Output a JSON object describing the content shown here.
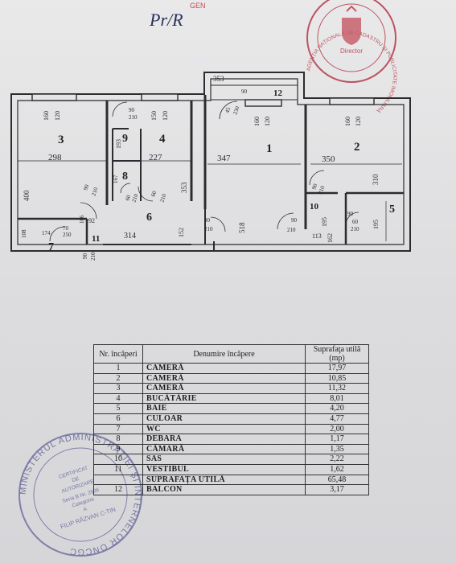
{
  "header": {
    "signature": "Pr/R",
    "red_fragment": "GEN"
  },
  "stamp_top": {
    "ring_text": "AGENȚIA NAȚIONALĂ DE CADASTRU ȘI PUBLICITATE IMOBILIARĂ",
    "title": "Director"
  },
  "floor_plan": {
    "rooms": [
      {
        "id": "1",
        "label": "1"
      },
      {
        "id": "2",
        "label": "2"
      },
      {
        "id": "3",
        "label": "3"
      },
      {
        "id": "4",
        "label": "4"
      },
      {
        "id": "5",
        "label": "5"
      },
      {
        "id": "6",
        "label": "6"
      },
      {
        "id": "7",
        "label": "7"
      },
      {
        "id": "8",
        "label": "8"
      },
      {
        "id": "9",
        "label": "9"
      },
      {
        "id": "10",
        "label": "10"
      },
      {
        "id": "11",
        "label": "11"
      },
      {
        "id": "12",
        "label": "12"
      }
    ],
    "dimensions": {
      "d353": "353",
      "d90a": "90",
      "d160a": "160",
      "d120a": "120",
      "d90b": "90",
      "d210a": "210",
      "d150": "150",
      "d120b": "120",
      "d90c": "90",
      "d210b": "210",
      "d45": "45",
      "d230": "230",
      "d160b": "160",
      "d120c": "120",
      "d160c": "160",
      "d120d": "120",
      "d193": "193",
      "d298": "298",
      "d227": "227",
      "d347": "347",
      "d350": "350",
      "d400": "400",
      "d167": "167",
      "d353b": "353",
      "d310": "310",
      "d90d": "90",
      "d210c": "210",
      "d60a": "60",
      "d210d": "210",
      "d60b": "60",
      "d210e": "210",
      "d90e": "90",
      "d210f": "210",
      "d90f": "90",
      "d195a": "195",
      "d195b": "195",
      "d106": "106",
      "d92": "92",
      "d108": "108",
      "d174": "174",
      "d70": "70",
      "d250": "250",
      "d314": "314",
      "d152": "152",
      "d80": "80",
      "d210g": "210",
      "d518": "518",
      "d90g": "90",
      "d210h": "210",
      "d113": "113",
      "d162": "162",
      "d60c": "60",
      "d210i": "210",
      "d90h": "90",
      "d210j": "210"
    }
  },
  "table": {
    "headers": {
      "nr": "Nr. încăperi",
      "name": "Denumire încăpere",
      "area": "Suprafaţa utilă (mp)"
    },
    "rows": [
      {
        "nr": "1",
        "name": "CAMERĂ",
        "area": "17,97"
      },
      {
        "nr": "2",
        "name": "CAMERĂ",
        "area": "10,85"
      },
      {
        "nr": "3",
        "name": "CAMERĂ",
        "area": "11,32"
      },
      {
        "nr": "4",
        "name": "BUCĂTĂRIE",
        "area": "8,01"
      },
      {
        "nr": "5",
        "name": "BAIE",
        "area": "4,20"
      },
      {
        "nr": "6",
        "name": "CULOAR",
        "area": "4,77"
      },
      {
        "nr": "7",
        "name": "WC",
        "area": "2,00"
      },
      {
        "nr": "8",
        "name": "DEBARA",
        "area": "1,17"
      },
      {
        "nr": "9",
        "name": "CĂMARĂ",
        "area": "1,35"
      },
      {
        "nr": "10",
        "name": "SAS",
        "area": "2,22"
      },
      {
        "nr": "11",
        "name": "VESTIBUL",
        "area": "1,62"
      },
      {
        "nr": "",
        "name": "SUPRAFAȚA UTILĂ",
        "area": "65,48"
      },
      {
        "nr": "12",
        "name": "BALCON",
        "area": "3,17"
      }
    ]
  },
  "stamp_bottom": {
    "ring_text": "MINISTERUL ADMINISTRAȚIEI ȘI INTERNELOR ONCGC",
    "center_lines": [
      "CERTIFICAT",
      "DE",
      "AUTORIZARE",
      "Seria B Nr. 2636",
      "Categoria",
      "A",
      "FILIP RĂZVAN C-TIN"
    ]
  },
  "colors": {
    "paper": "#e2e2e4",
    "ink": "#2a2a2e",
    "stamp_red": "#b53a4a",
    "stamp_blue": "#6a6aa0"
  }
}
